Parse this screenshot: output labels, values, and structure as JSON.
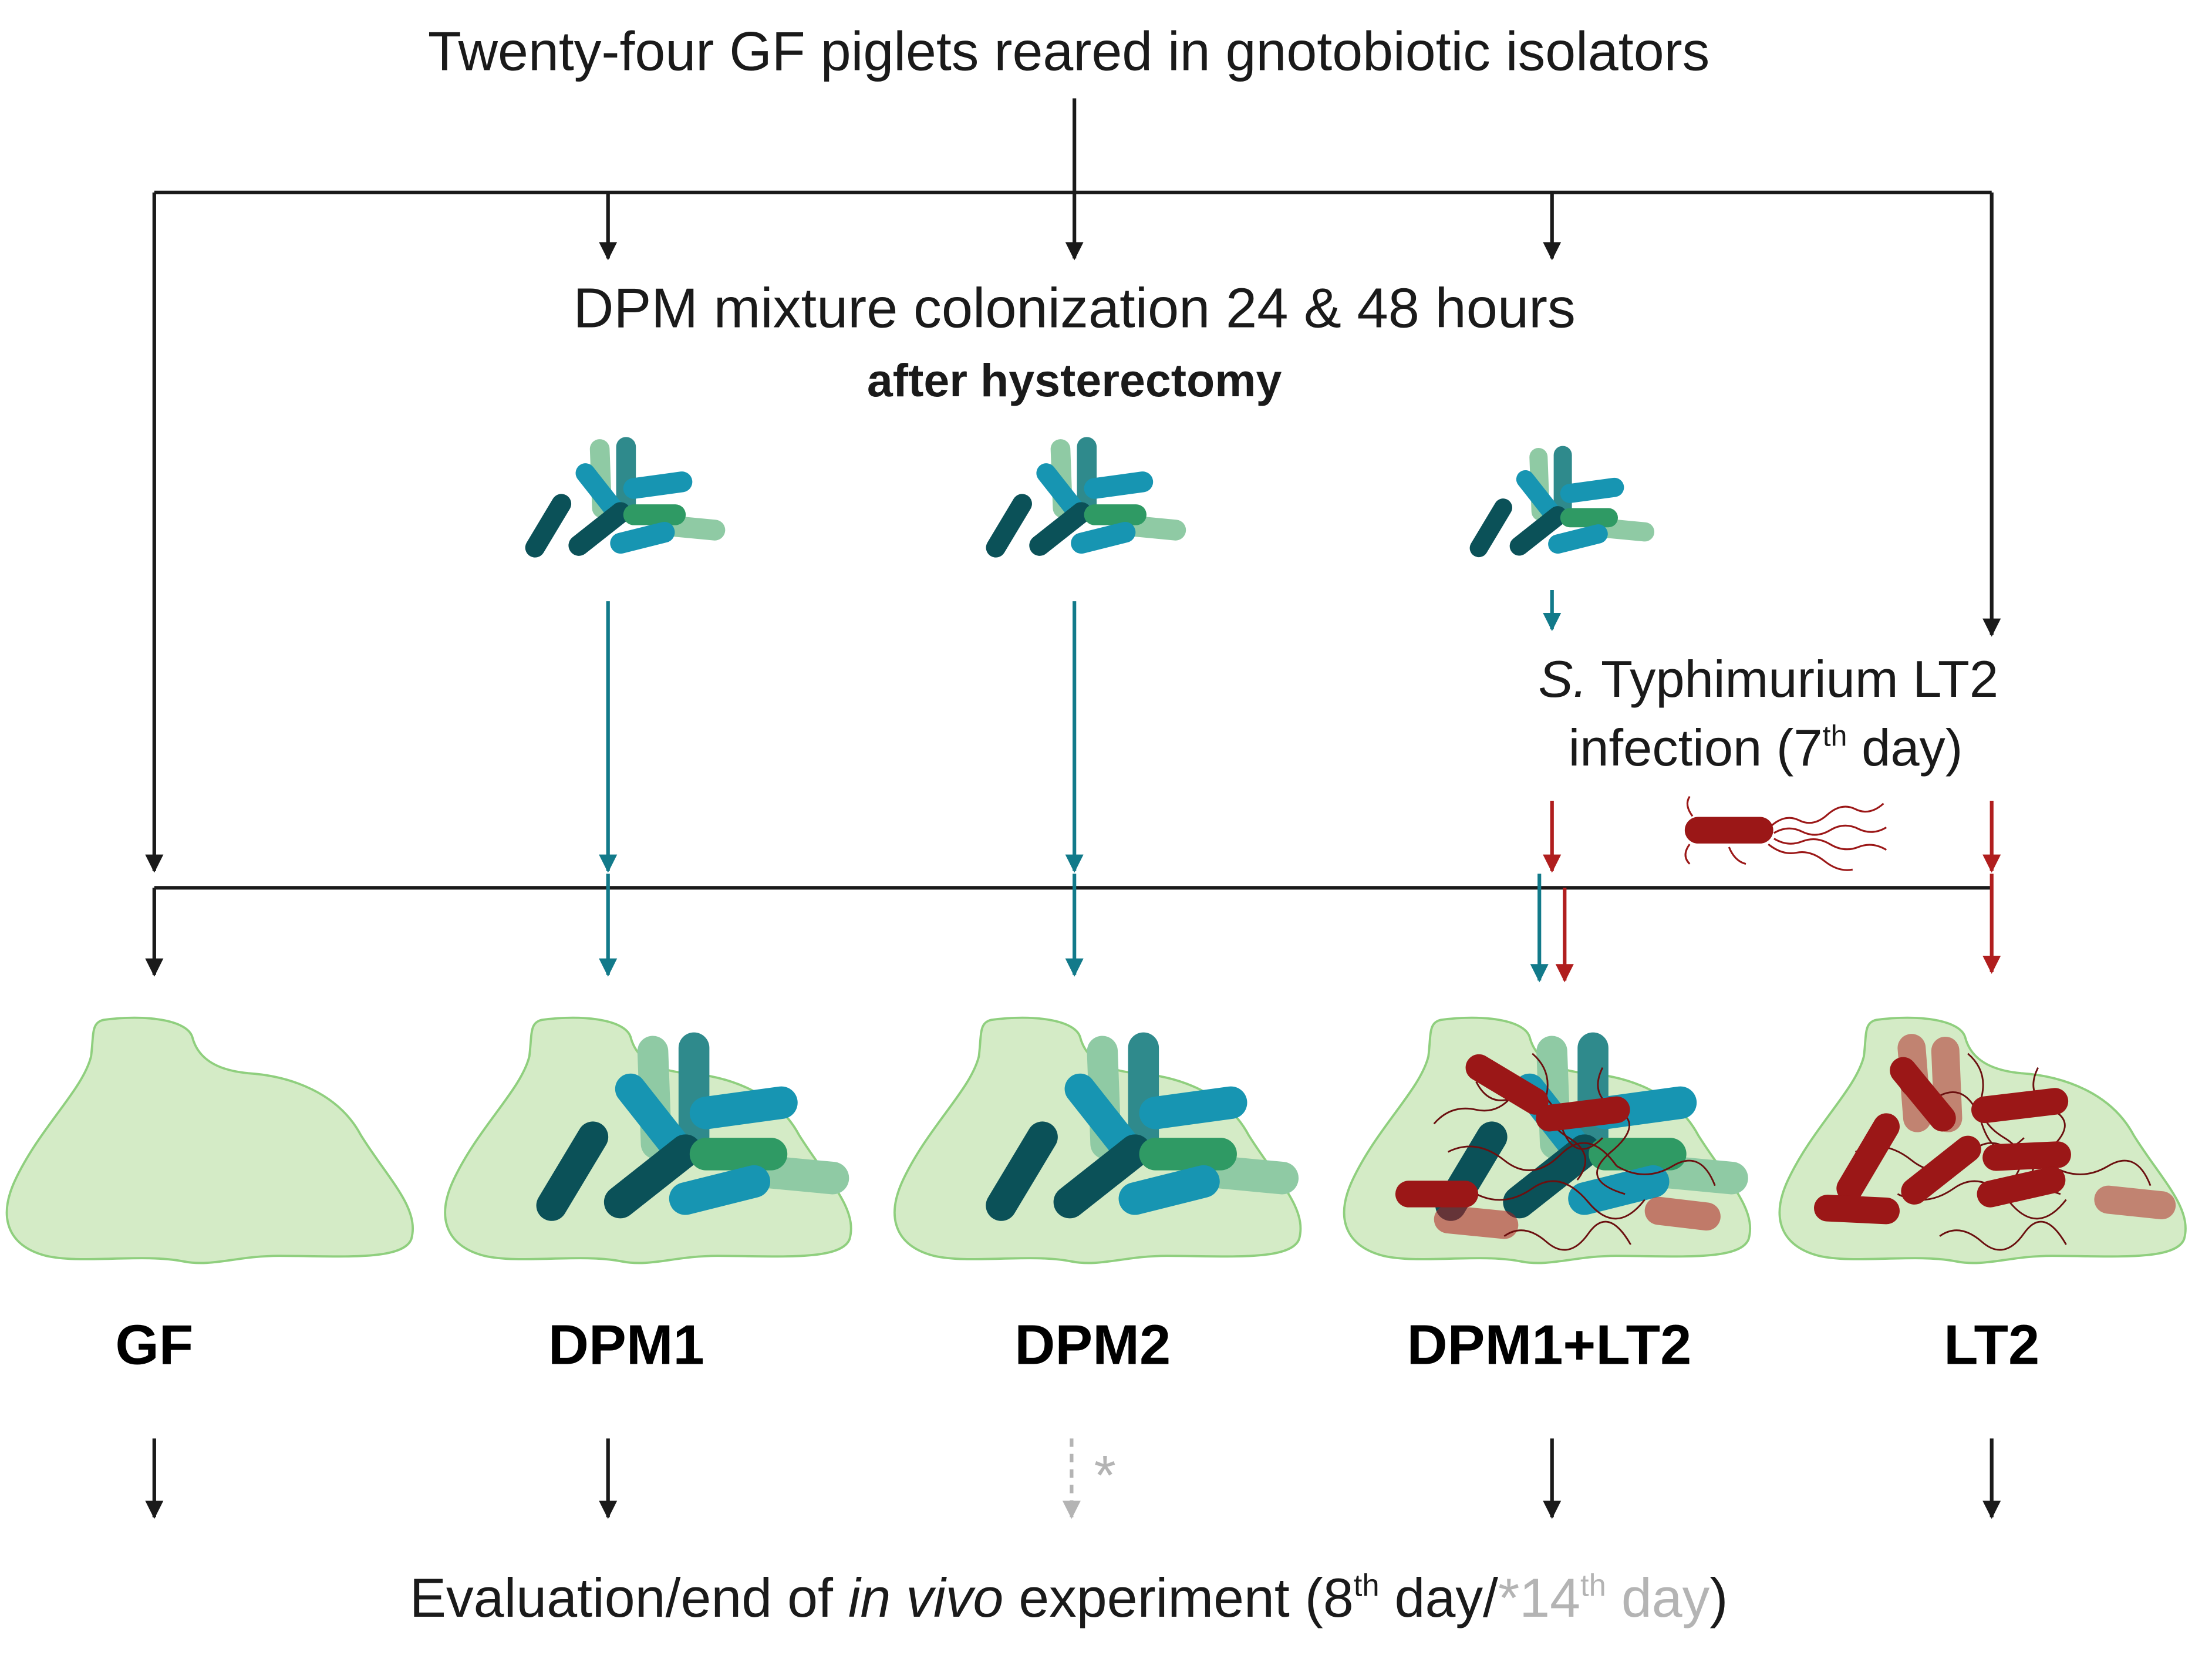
{
  "texts": {
    "title": "Twenty-four GF piglets reared in gnotobiotic isolators",
    "colonization_main": "DPM mixture colonization 24 & 48 hours",
    "colonization_sub": "after hysterectomy",
    "infection_line1_italic": "S.",
    "infection_line1_rest": " Typhimurium LT2",
    "infection_line2_a": "infection (7",
    "infection_line2_sup": "th",
    "infection_line2_b": " day)",
    "footer_a": "Evaluation/end of ",
    "footer_italic": "in vivo",
    "footer_b": " experiment (8",
    "footer_sup1": "th",
    "footer_c": " day/",
    "footer_grey_a": "*14",
    "footer_grey_sup": "th",
    "footer_grey_b": " day",
    "footer_close": ")",
    "asterisk": "*"
  },
  "groups": [
    {
      "id": "gf",
      "label": "GF"
    },
    {
      "id": "dpm1",
      "label": "DPM1"
    },
    {
      "id": "dpm2",
      "label": "DPM2"
    },
    {
      "id": "dpm1lt2",
      "label": "DPM1+LT2"
    },
    {
      "id": "lt2",
      "label": "LT2"
    }
  ],
  "colors": {
    "line": "#1a1a1a",
    "teal_arrow": "#127a8a",
    "red_arrow": "#b01e1e",
    "grey": "#b4b4b4",
    "blob_fill": "#d4ebc6",
    "blob_stroke": "#8fcf7e",
    "dark_teal": "#0b5158",
    "cyan": "#1795b2",
    "green": "#2f9a64",
    "muted_teal": "#2f8a8c",
    "pale_green": "#8fcaa4",
    "bacterium_red": "#9b1717"
  },
  "icons": {
    "dpm_cluster": "bacteria-cluster-icon",
    "salmonella": "salmonella-bacterium-icon"
  }
}
